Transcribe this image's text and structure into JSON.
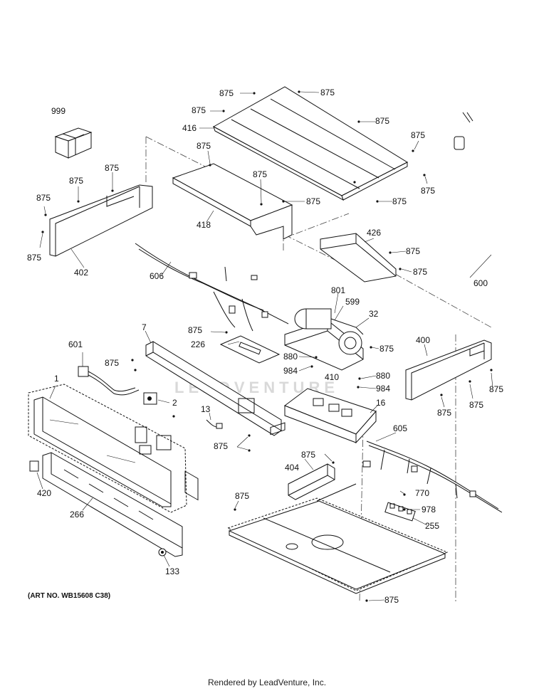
{
  "art_number": "(ART NO. WB15608 C38)",
  "footer": "Rendered by LeadVenture, Inc.",
  "watermark": "LEADVENTURE",
  "callouts": [
    {
      "id": "c1",
      "text": "875"
    },
    {
      "id": "c2",
      "text": "875"
    },
    {
      "id": "c3",
      "text": "875"
    },
    {
      "id": "c4",
      "text": "875"
    },
    {
      "id": "c5",
      "text": "875"
    },
    {
      "id": "c6",
      "text": "875"
    },
    {
      "id": "c7",
      "text": "875"
    },
    {
      "id": "c8",
      "text": "875"
    },
    {
      "id": "c9",
      "text": "875"
    },
    {
      "id": "c10",
      "text": "875"
    },
    {
      "id": "c11",
      "text": "875"
    },
    {
      "id": "c12",
      "text": "875"
    },
    {
      "id": "c13",
      "text": "875"
    },
    {
      "id": "c14",
      "text": "875"
    },
    {
      "id": "c15",
      "text": "875"
    },
    {
      "id": "c16",
      "text": "875"
    },
    {
      "id": "c17",
      "text": "875"
    },
    {
      "id": "c18",
      "text": "875"
    },
    {
      "id": "c19",
      "text": "875"
    },
    {
      "id": "c20",
      "text": "875"
    },
    {
      "id": "c21",
      "text": "875"
    },
    {
      "id": "c22",
      "text": "875"
    },
    {
      "id": "c23",
      "text": "875"
    },
    {
      "id": "c24",
      "text": "875"
    },
    {
      "id": "c25",
      "text": "875"
    },
    {
      "id": "c26",
      "text": "875"
    },
    {
      "id": "c27",
      "text": "875"
    },
    {
      "id": "c28",
      "text": "999"
    },
    {
      "id": "c29",
      "text": "416"
    },
    {
      "id": "c30",
      "text": "418"
    },
    {
      "id": "c31",
      "text": "402"
    },
    {
      "id": "c32",
      "text": "600"
    },
    {
      "id": "c33",
      "text": "426"
    },
    {
      "id": "c34",
      "text": "606"
    },
    {
      "id": "c35",
      "text": "801"
    },
    {
      "id": "c36",
      "text": "599"
    },
    {
      "id": "c37",
      "text": "32"
    },
    {
      "id": "c38",
      "text": "7"
    },
    {
      "id": "c39",
      "text": "226"
    },
    {
      "id": "c40",
      "text": "880"
    },
    {
      "id": "c41",
      "text": "984"
    },
    {
      "id": "c42",
      "text": "410"
    },
    {
      "id": "c43",
      "text": "880"
    },
    {
      "id": "c44",
      "text": "984"
    },
    {
      "id": "c45",
      "text": "400"
    },
    {
      "id": "c46",
      "text": "601"
    },
    {
      "id": "c47",
      "text": "1"
    },
    {
      "id": "c48",
      "text": "2"
    },
    {
      "id": "c49",
      "text": "13"
    },
    {
      "id": "c50",
      "text": "16"
    },
    {
      "id": "c51",
      "text": "605"
    },
    {
      "id": "c52",
      "text": "404"
    },
    {
      "id": "c53",
      "text": "420"
    },
    {
      "id": "c54",
      "text": "266"
    },
    {
      "id": "c55",
      "text": "770"
    },
    {
      "id": "c56",
      "text": "978"
    },
    {
      "id": "c57",
      "text": "255"
    },
    {
      "id": "c58",
      "text": "133"
    }
  ]
}
